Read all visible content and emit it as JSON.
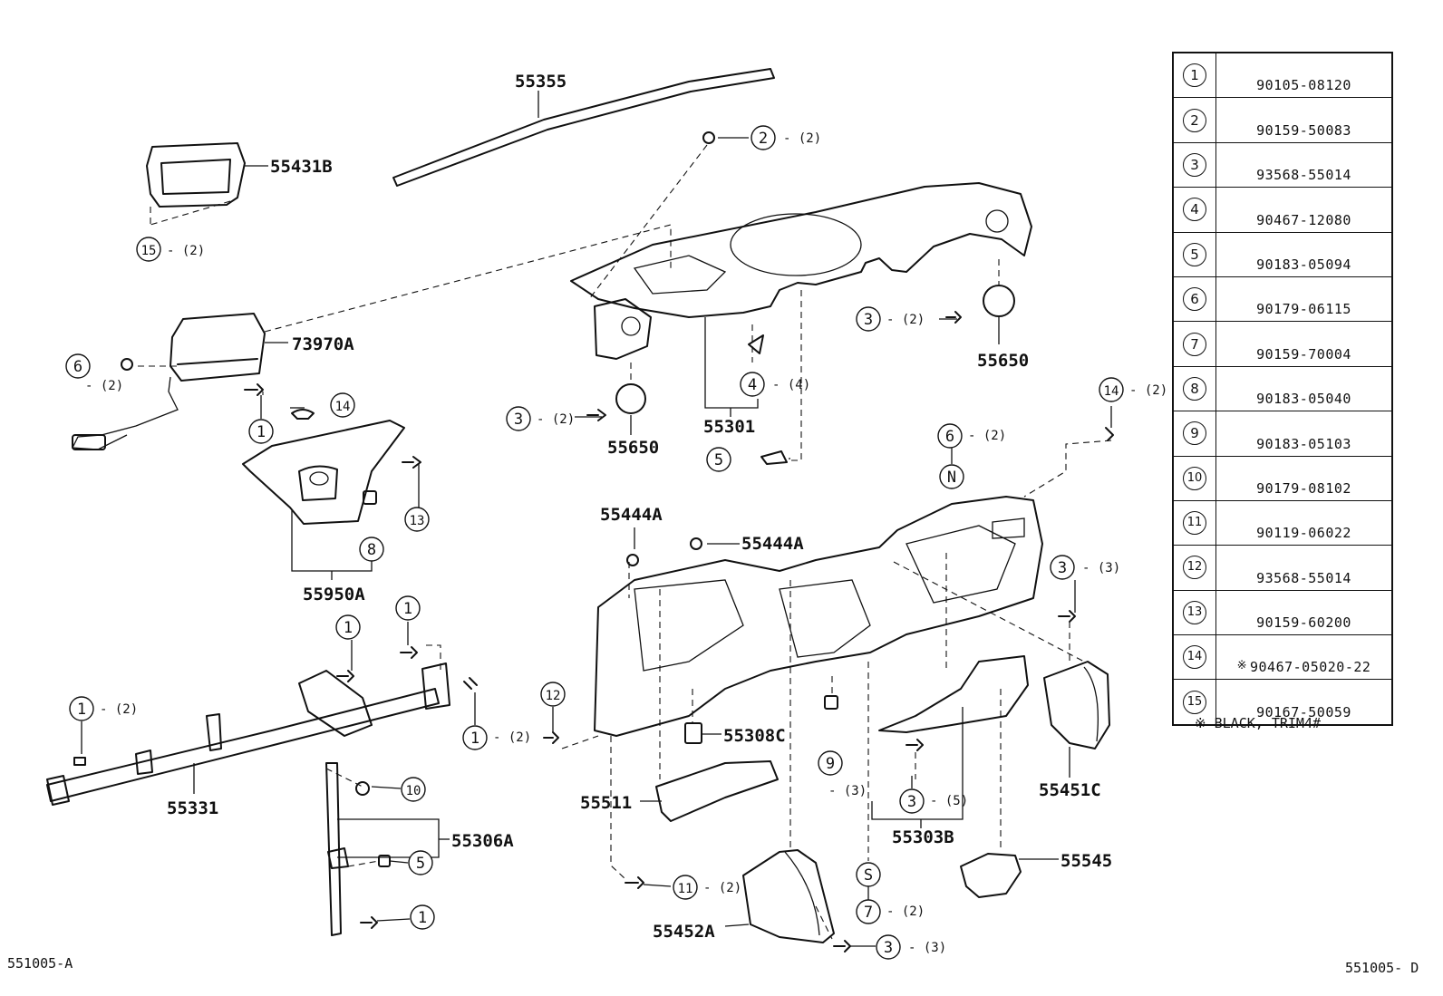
{
  "diagram": {
    "labels": {
      "p55355": "55355",
      "p55431b": "55431B",
      "p73970a": "73970A",
      "p55950a": "55950A",
      "p55301": "55301",
      "p55650_left": "55650",
      "p55650_right": "55650",
      "p55444a_left": "55444A",
      "p55444a_right": "55444A",
      "p55308c": "55308C",
      "p55511": "55511",
      "p55331": "55331",
      "p55306a": "55306A",
      "p55303b": "55303B",
      "p55451c": "55451C",
      "p55545": "55545",
      "p55452a": "55452A"
    },
    "quantities": {
      "q2": "(2)",
      "q3": "(3)",
      "q4": "(4)",
      "q5": "(5)"
    },
    "letter_markers": {
      "n": "N",
      "s": "S"
    },
    "footer_left": "551005-A",
    "footer_right": "551005- D"
  },
  "parts_table": {
    "rows": [
      {
        "index": "1",
        "part_number": "90105-08120",
        "mark": ""
      },
      {
        "index": "2",
        "part_number": "90159-50083",
        "mark": ""
      },
      {
        "index": "3",
        "part_number": "93568-55014",
        "mark": ""
      },
      {
        "index": "4",
        "part_number": "90467-12080",
        "mark": ""
      },
      {
        "index": "5",
        "part_number": "90183-05094",
        "mark": ""
      },
      {
        "index": "6",
        "part_number": "90179-06115",
        "mark": ""
      },
      {
        "index": "7",
        "part_number": "90159-70004",
        "mark": ""
      },
      {
        "index": "8",
        "part_number": "90183-05040",
        "mark": ""
      },
      {
        "index": "9",
        "part_number": "90183-05103",
        "mark": ""
      },
      {
        "index": "10",
        "part_number": "90179-08102",
        "mark": ""
      },
      {
        "index": "11",
        "part_number": "90119-06022",
        "mark": ""
      },
      {
        "index": "12",
        "part_number": "93568-55014",
        "mark": ""
      },
      {
        "index": "13",
        "part_number": "90159-60200",
        "mark": ""
      },
      {
        "index": "14",
        "part_number": "90467-05020-22",
        "mark": "※"
      },
      {
        "index": "15",
        "part_number": "90167-50059",
        "mark": ""
      }
    ],
    "note": "※ BLACK, TRIM4#"
  }
}
